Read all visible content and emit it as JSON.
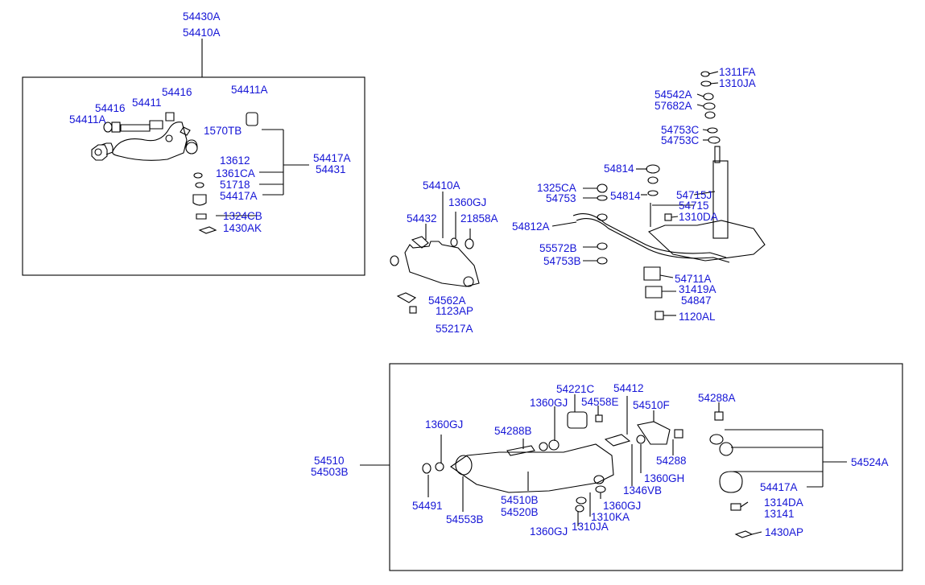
{
  "diagram": {
    "labels": [
      "54430A",
      "54410A",
      "54411A",
      "54416",
      "54411",
      "54416",
      "54411A",
      "1570TB",
      "13612",
      "1361CA",
      "51718",
      "54417A",
      "54417A",
      "54431",
      "1324CB",
      "1430AK",
      "54410A",
      "1360GJ",
      "54432",
      "21858A",
      "54562A",
      "1123AP",
      "55217A",
      "1311FA",
      "1310JA",
      "54542A",
      "57682A",
      "54753C",
      "54753C",
      "54814",
      "1325CA",
      "54753",
      "54814",
      "54715J",
      "54715",
      "1310DA",
      "54812A",
      "55572B",
      "54753B",
      "54711A",
      "31419A",
      "54847",
      "1120AL",
      "54221C",
      "54412",
      "1360GJ",
      "54558E",
      "54510F",
      "54288A",
      "1360GJ",
      "54288B",
      "54510",
      "54503B",
      "54524A",
      "54288",
      "1360GH",
      "1346VB",
      "54417A",
      "54491",
      "54553B",
      "54510B",
      "54520B",
      "1360GJ",
      "1310KA",
      "1360GJ",
      "1310JA",
      "1314DA",
      "13141",
      "1430AP"
    ]
  }
}
